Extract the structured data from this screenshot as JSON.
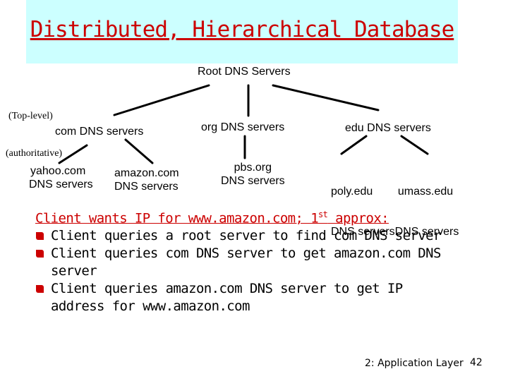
{
  "title": "Distributed, Hierarchical Database",
  "diagram": {
    "root": "Root DNS Servers",
    "top_level_tag": "(Top-level)",
    "authoritative_tag": "(authoritative)",
    "top_level": [
      "com DNS servers",
      "org DNS servers",
      "edu DNS servers"
    ],
    "com_children": [
      {
        "line1": "yahoo.com",
        "line2": "DNS servers"
      },
      {
        "line1": "amazon.com",
        "line2": "DNS servers"
      }
    ],
    "org_children": [
      {
        "line1": "pbs.org",
        "line2": "DNS servers"
      }
    ],
    "edu_children_line1": "poly.edu        umass.edu",
    "edu_children_line2": "DNS serversDNS servers"
  },
  "scenario": {
    "heading_pre": "Client wants IP for www.amazon.com; 1",
    "heading_sup": "st",
    "heading_post": " approx:",
    "bullets": [
      "Client queries a root server to find com DNS server",
      "Client queries com DNS server to get amazon.com DNS server",
      "Client queries amazon.com DNS server to get  IP address for www.amazon.com"
    ]
  },
  "footer": {
    "section": "2: Application Layer",
    "page": "42"
  },
  "colors": {
    "title_bg": "#ccffff",
    "accent": "#cc0000"
  }
}
